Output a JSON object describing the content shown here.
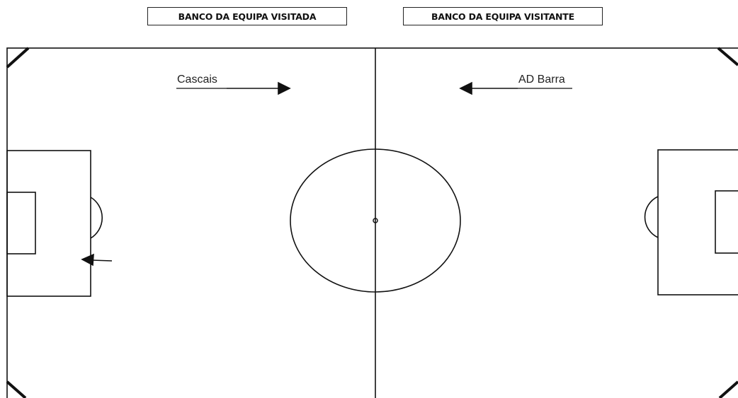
{
  "benches": {
    "home_label": "BANCO DA EQUIPA VISITADA",
    "away_label": "BANCO DA EQUIPA VISITANTE"
  },
  "teams": {
    "home_name": "Cascais",
    "away_name": "AD Barra"
  },
  "colors": {
    "line": "#111111",
    "background": "#ffffff"
  }
}
